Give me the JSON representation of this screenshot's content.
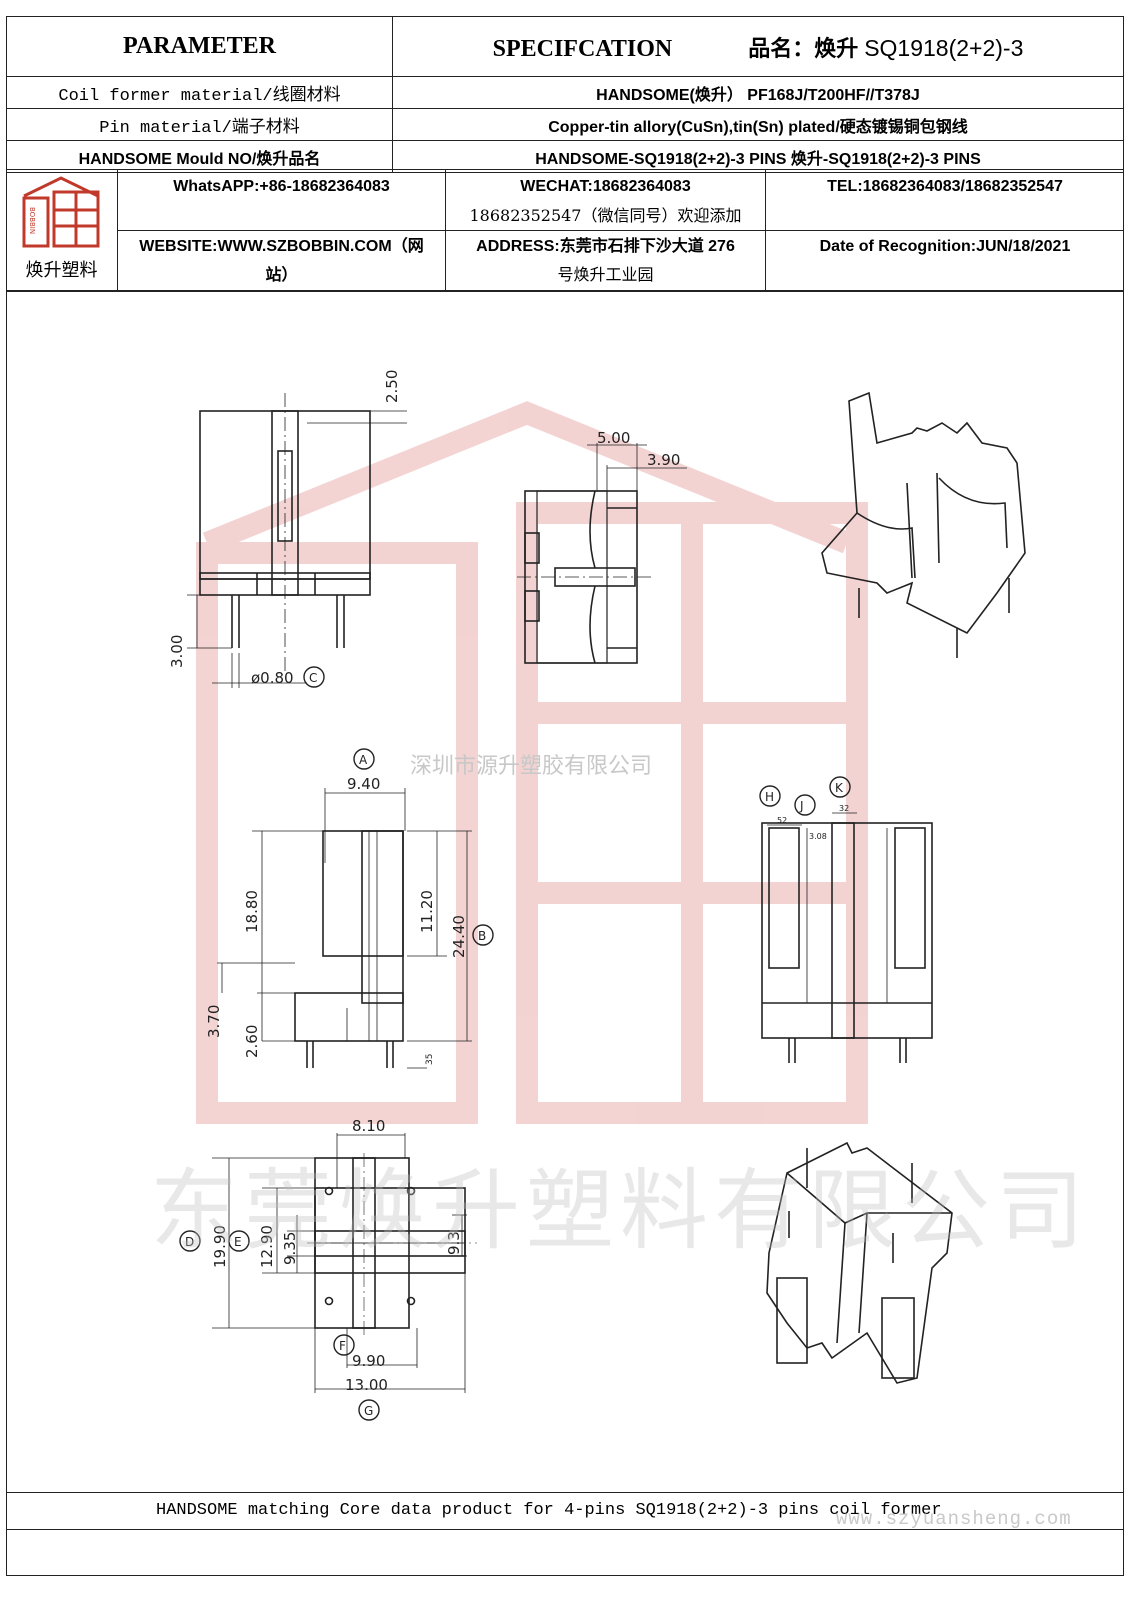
{
  "header": {
    "parameter": "PARAMETER",
    "specification": "SPECIFCATION",
    "product_name_label": "品名：焕升",
    "product_code": "SQ1918(2+2)-3"
  },
  "rows": [
    {
      "label": "Coil former material/线圈材料",
      "value": "HANDSOME(焕升）  PF168J/T200HF//T378J"
    },
    {
      "label": "Pin material/端子材料",
      "value": "Copper-tin allory(CuSn),tin(Sn) plated/硬态镀锡铜包钢线"
    },
    {
      "label": "HANDSOME Mould NO/焕升品名",
      "value": "HANDSOME-SQ1918(2+2)-3 PINS   焕升-SQ1918(2+2)-3 PINS"
    }
  ],
  "contact": {
    "logo_text": "焕升塑料",
    "whatsapp": "WhatsAPP:+86-18682364083",
    "wechat_line1": "WECHAT:18682364083",
    "wechat_line2": "18682352547（微信同号）欢迎添加",
    "tel": "TEL:18682364083/18682352547",
    "website_line1": "WEBSITE:WWW.SZBOBBIN.COM（网",
    "website_line2": "站）",
    "address_line1": "ADDRESS:东莞市石排下沙大道 276",
    "address_line2": "号焕升工业园",
    "date": "Date of Recognition:JUN/18/2021"
  },
  "dimensions": {
    "d_2_50": "2.50",
    "d_3_00": "3.00",
    "d_0_80": "ø0.80",
    "c": "C",
    "d_5_00": "5.00",
    "d_3_90": "3.90",
    "a": "A",
    "d_9_40": "9.40",
    "d_18_80": "18.80",
    "d_11_20": "11.20",
    "d_24_40": "24.40",
    "b": "B",
    "d_3_70": "3.70",
    "d_2_60": "2.60",
    "d_35": "35",
    "h": "H",
    "j": "J",
    "k": "K",
    "d_52a": "52",
    "d_32": "32",
    "d_308": "3.08",
    "d_8_10": "8.10",
    "d": "D",
    "e": "E",
    "d_19_90": "19.90",
    "d_12_90": "12.90",
    "d_9_35": "9.35",
    "d_9_3": "9.3",
    "f": "F",
    "d_9_90": "9.90",
    "d_13_00": "13.00",
    "g": "G"
  },
  "watermarks": {
    "company_small": "深圳市源升塑胶有限公司",
    "company_big": "东莞焕升塑料有限公司",
    "url": "www.szyuansheng.com"
  },
  "footer": {
    "text": "HANDSOME matching Core data  product for 4-pins SQ1918(2+2)-3 pins coil former"
  },
  "colors": {
    "watermark_red": "#e8a8a8",
    "line": "#222222"
  }
}
